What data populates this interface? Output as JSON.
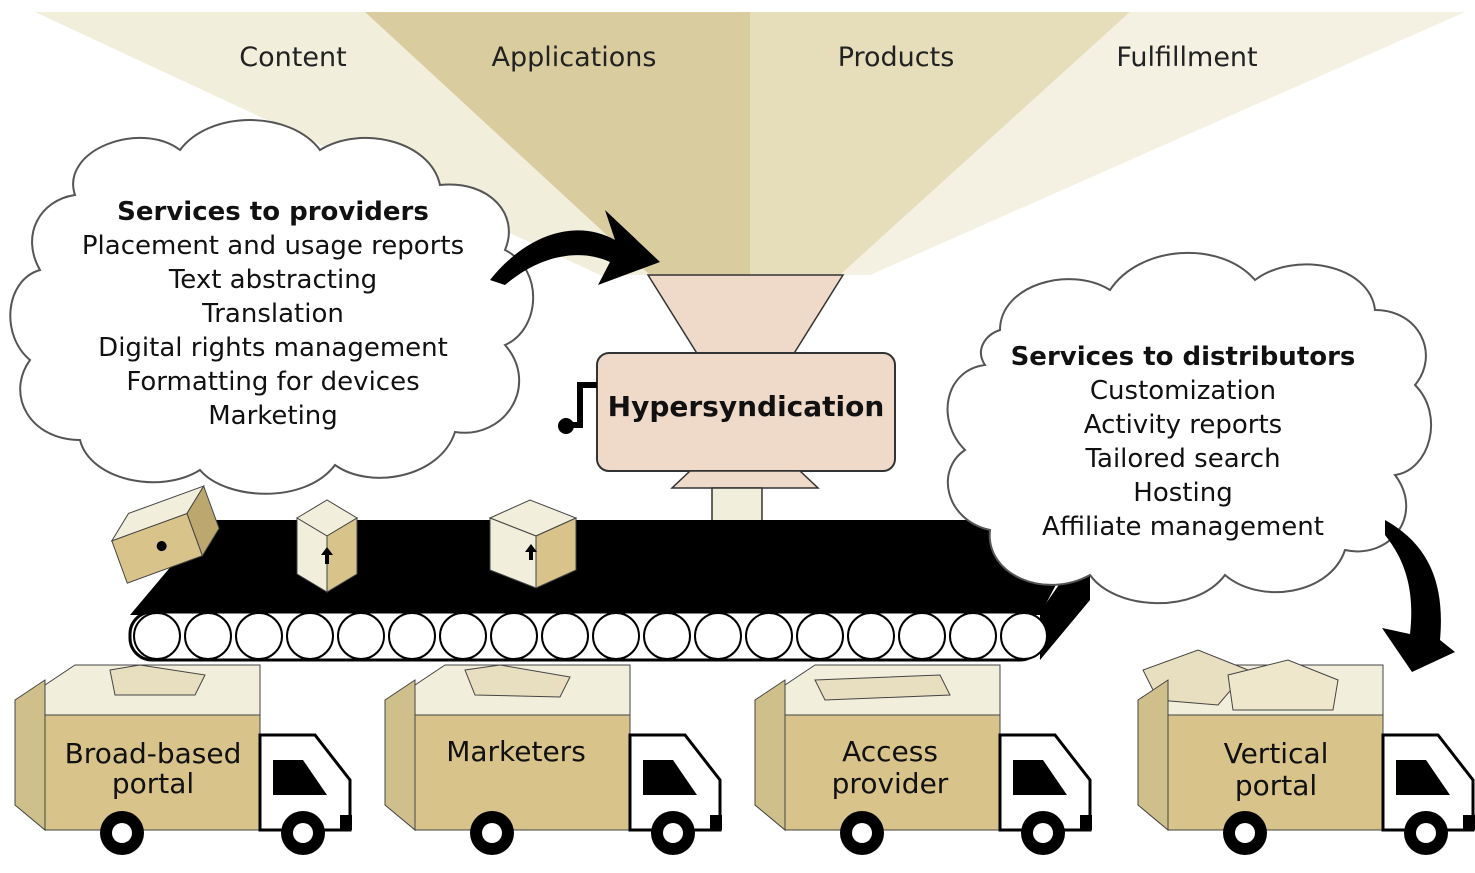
{
  "funnel": {
    "categories": [
      "Content",
      "Applications",
      "Products",
      "Fulfillment"
    ]
  },
  "center": {
    "label": "Hypersyndication"
  },
  "providers_cloud": {
    "title": "Services to providers",
    "items": [
      "Placement and usage reports",
      "Text abstracting",
      "Translation",
      "Digital rights management",
      "Formatting for devices",
      "Marketing"
    ]
  },
  "distributors_cloud": {
    "title": "Services to distributors",
    "items": [
      "Customization",
      "Activity reports",
      "Tailored search",
      "Hosting",
      "Affiliate management"
    ]
  },
  "trucks": [
    {
      "lines": [
        "Broad-based",
        "portal"
      ]
    },
    {
      "lines": [
        "Marketers"
      ]
    },
    {
      "lines": [
        "Access",
        "provider"
      ]
    },
    {
      "lines": [
        "Vertical",
        "portal"
      ]
    }
  ],
  "colors": {
    "panel_light": "#f1eedb",
    "panel_mid": "#e2d8b4",
    "panel_dark": "#cfbf8a",
    "machine": "#efd9c9",
    "box": "#d8c48b",
    "belt": "#000000"
  }
}
